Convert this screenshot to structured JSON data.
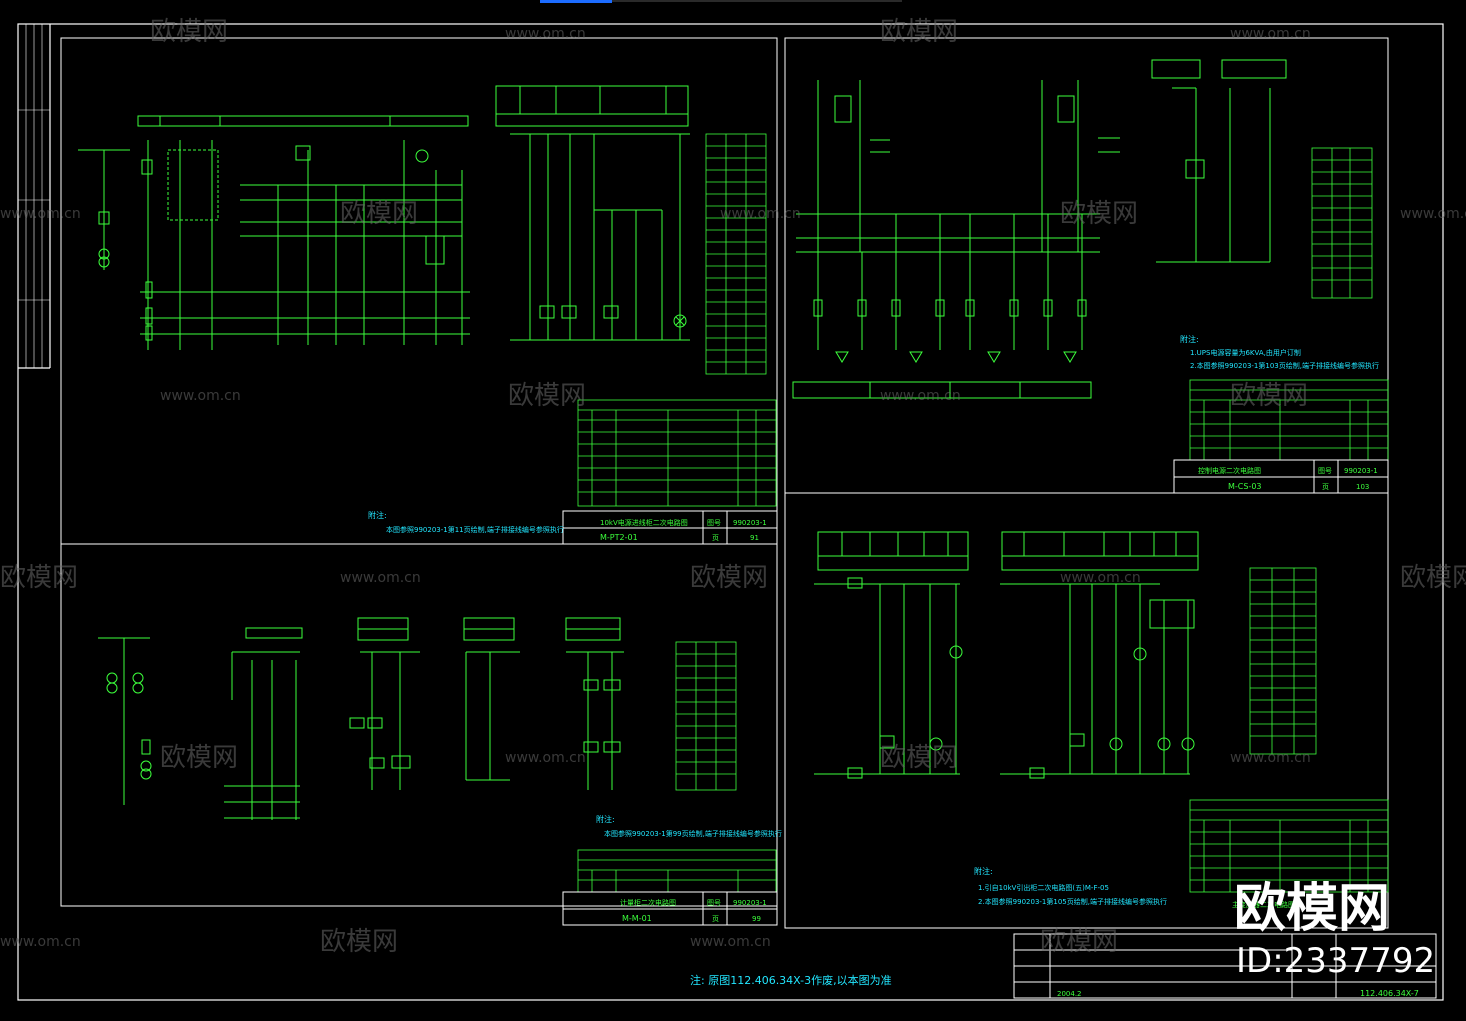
{
  "colors": {
    "background": "#000000",
    "wire": "#3cff3c",
    "annotation": "#22e6ff",
    "frame": "#ffffff",
    "watermark": "#6a6a6a"
  },
  "watermark": {
    "brand": "欧模网",
    "site": "www.om.cn",
    "id_label": "ID:2337792"
  },
  "bottom_note": "注: 原图112.406.34X-3作废,以本图为准",
  "sheets": {
    "tl": {
      "title": "10kV电源进线柜二次电路图",
      "code_label": "图号",
      "code": "990203-1",
      "sub": "M-PT2-01",
      "page_label": "页",
      "page": "91",
      "note_title": "附注:",
      "note": "本图参照990203-1第11页绘制,端子排接线编号参照执行"
    },
    "tr": {
      "title": "控制电源二次电路图",
      "code_label": "图号",
      "code": "990203-1",
      "sub": "M-CS-03",
      "page_label": "页",
      "page": "103",
      "note_title": "附注:",
      "note1": "1.UPS电源容量为6KVA,由用户订制",
      "note2": "2.本图参照990203-1第103页绘制,端子排接线编号参照执行"
    },
    "bl": {
      "title": "计量柜二次电路图",
      "code_label": "图号",
      "code": "990203-1",
      "sub": "M-M-01",
      "page_label": "页",
      "page": "99",
      "note_title": "附注:",
      "note": "本图参照990203-1第99页绘制,端子排接线编号参照执行"
    },
    "br": {
      "title": "主变压器二次电路图",
      "note_title": "附注:",
      "note1": "1.引自10kV引出柜二次电路图(五)M-F-05",
      "note2": "2.本图参照990203-1第105页绘制,端子排接线编号参照执行"
    }
  },
  "title_block": {
    "drawing_no": "112.406.34X-7",
    "date": "2004.2"
  }
}
